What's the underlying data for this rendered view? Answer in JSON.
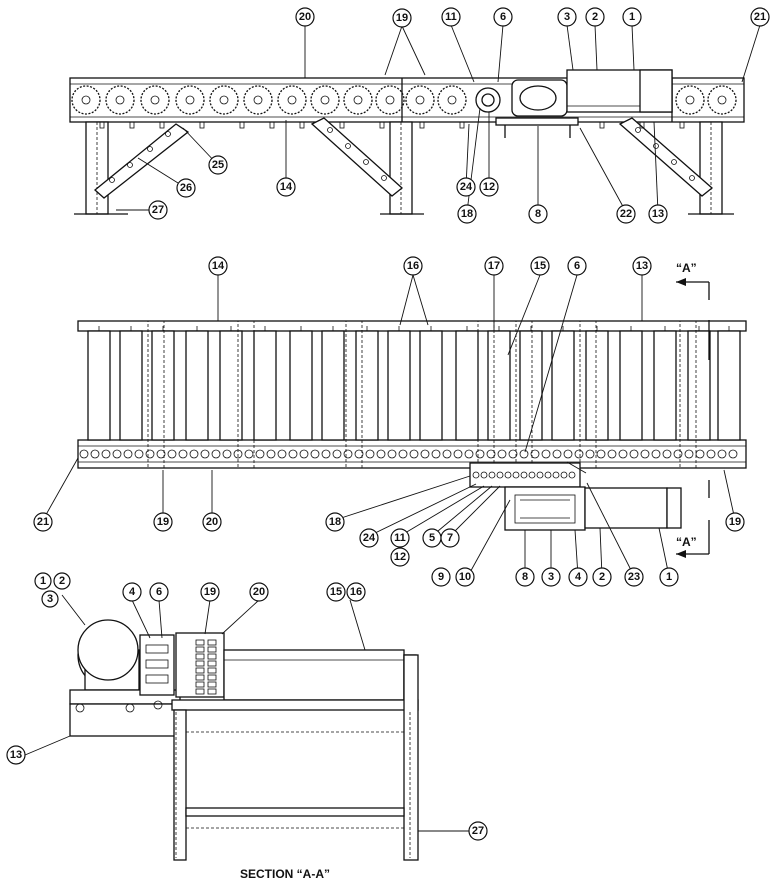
{
  "drawing": {
    "section_title": "SECTION “A-A”",
    "section_marker_top": "“A”",
    "section_marker_bottom": "“A”"
  },
  "callouts": {
    "n1": "1",
    "n2": "2",
    "n3": "3",
    "n4": "4",
    "n5": "5",
    "n6": "6",
    "n7": "7",
    "n8": "8",
    "n9": "9",
    "n10": "10",
    "n11": "11",
    "n12": "12",
    "n13": "13",
    "n14": "14",
    "n15": "15",
    "n16": "16",
    "n17": "17",
    "n18": "18",
    "n19": "19",
    "n20": "20",
    "n21": "21",
    "n22": "22",
    "n23": "23",
    "n24": "24",
    "n25": "25",
    "n26": "26",
    "n27": "27"
  }
}
